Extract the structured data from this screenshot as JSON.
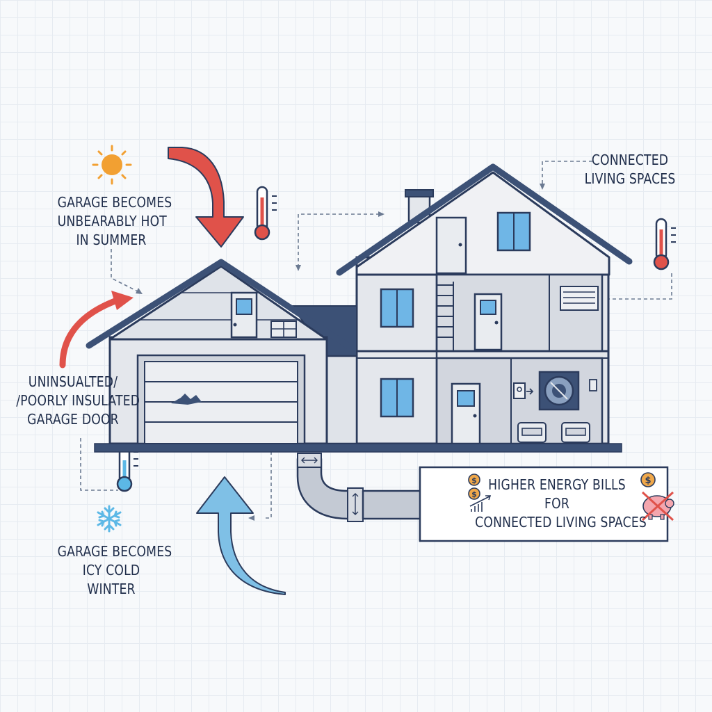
{
  "labels": {
    "hot_summer": [
      "GARAGE BECOMES",
      "UNBEARABLY HOT",
      "IN SUMMER"
    ],
    "garage_door": [
      "UNINSUALTED/",
      "/POORLY INSULATED",
      "GARAGE DOOR"
    ],
    "cold_winter": [
      "GARAGE BECOMES",
      "ICY COLD",
      "WINTER"
    ],
    "living_spaces": [
      "CONNECTED",
      "LIVING SPACES"
    ],
    "energy_bills": [
      "HIGHER ENERGY BILLS",
      "FOR",
      "CONNECTED LIVING SPACES"
    ]
  },
  "icons": {
    "sun": "sun-icon",
    "snowflake": "snowflake-icon",
    "thermometer": "thermometer-icon",
    "coin": "dollar-coin-icon",
    "piggy_bank": "crossed-piggy-bank-icon",
    "growth_chart": "rising-chart-icon"
  },
  "colors": {
    "outline": "#2b3b5c",
    "wall": "#e4e7ec",
    "wall_dark": "#cdd2da",
    "roof_fill": "#f0f1f4",
    "hot_arrow": "#e0524a",
    "cold_arrow": "#7fc0e6",
    "window": "#6fb6e6",
    "sun": "#f2a032",
    "snow": "#5cb8e6",
    "coin": "#f0a84a",
    "pig": "#f4a6ae"
  }
}
